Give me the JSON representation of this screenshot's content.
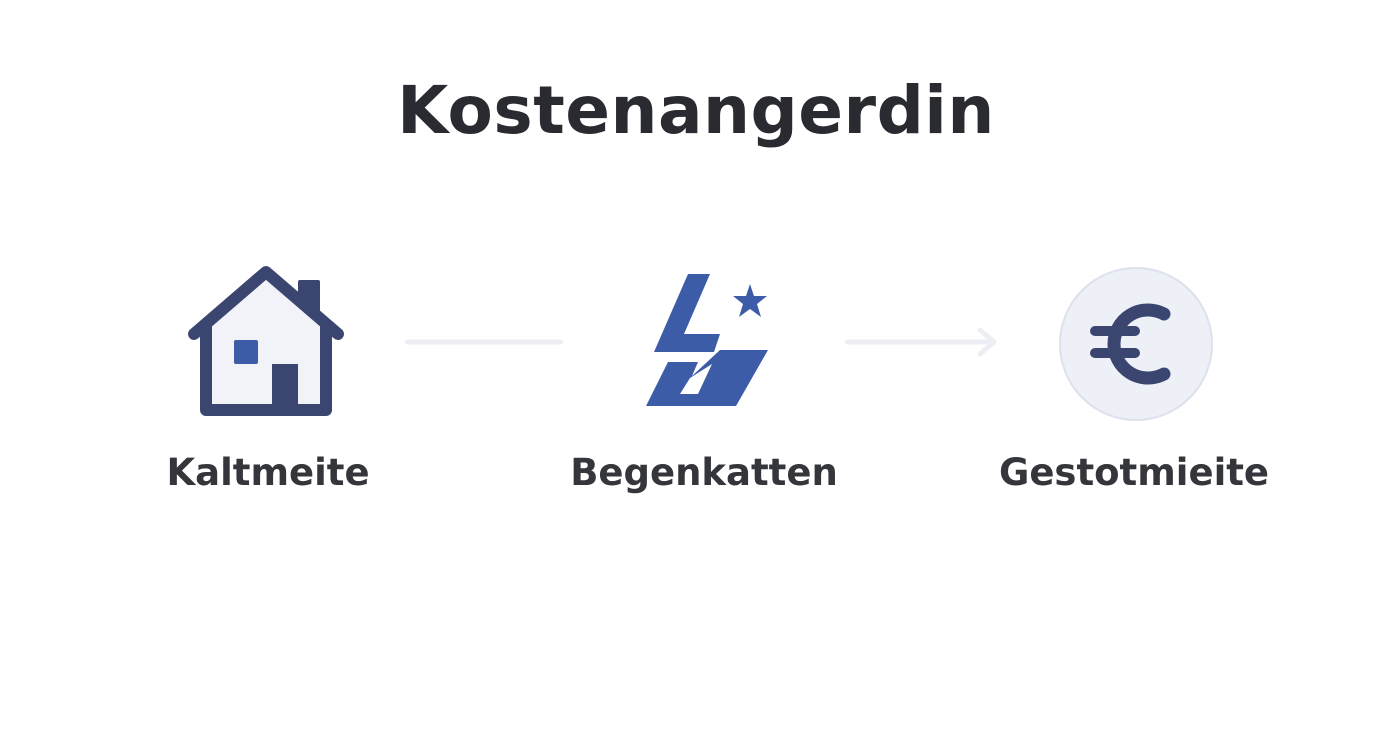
{
  "title": "Kostenangerdin",
  "steps": [
    {
      "label": "Kaltmeite",
      "icon": "house-icon"
    },
    {
      "label": "Begenkatten",
      "icon": "utilities-lightning-icon"
    },
    {
      "label": "Gestotmieite",
      "icon": "euro-coin-icon"
    }
  ],
  "connectors": [
    {
      "type": "line"
    },
    {
      "type": "arrow"
    }
  ],
  "colors": {
    "navy": "#3b4670",
    "blue": "#3d5ca8",
    "coin_fill": "#eef0f7",
    "house_fill": "#f2f3f9",
    "connector": "#eceef3",
    "text": "#2a2b30"
  }
}
